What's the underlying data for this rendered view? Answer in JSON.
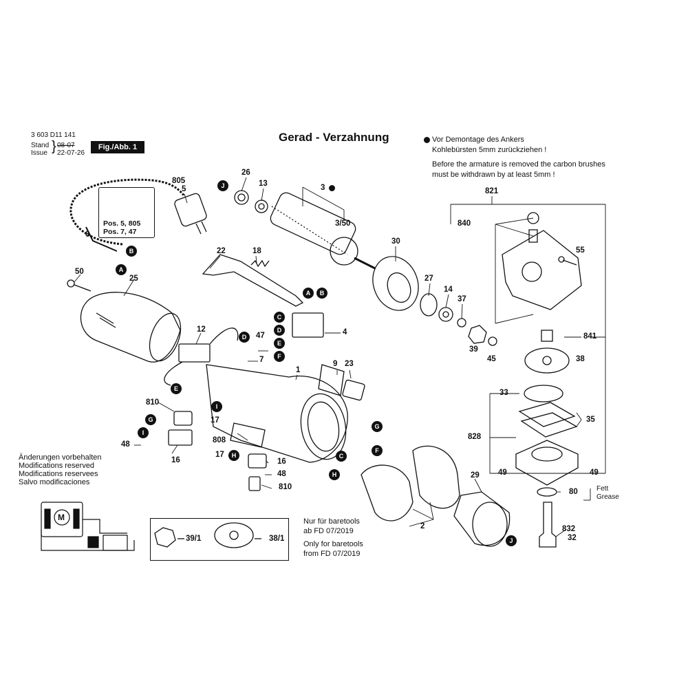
{
  "header": {
    "part_number": "3 603 D11 141",
    "stand_label": "Stand",
    "issue_label": "Issue",
    "stand_date": "08-07",
    "issue_date": "22-07-26",
    "fig_label": "Fig./Abb. 1"
  },
  "title": "Gerad - Verzahnung",
  "notice": {
    "de_line1": "Vor Demontage des Ankers",
    "de_line2": "Kohlebürsten 5mm zurückziehen !",
    "en_line1": "Before the armature is removed the carbon brushes",
    "en_line2": "must be withdrawn by at least 5mm !"
  },
  "warning_box": {
    "line1": "Pos. 5, 805",
    "line2": "Pos. 7, 47"
  },
  "changes_notice": [
    "Änderungen vorbehalten",
    "Modifications reserved",
    "Modifications reservees",
    "Salvo modificaciones"
  ],
  "baretools": {
    "de_line1": "Nur für baretools",
    "de_line2": "ab FD 07/2019",
    "en_line1": "Only for baretools",
    "en_line2": "from FD 07/2019"
  },
  "grease": {
    "de": "Fett",
    "en": "Grease"
  },
  "motor_symbol": "M",
  "part_labels": {
    "p805": "805",
    "p5": "5",
    "p26": "26",
    "p13": "13",
    "p3": "3",
    "p3_50": "3/50",
    "p821": "821",
    "p840": "840",
    "p55": "55",
    "p6": "6",
    "p50": "50",
    "p25": "25",
    "p22": "22",
    "p18": "18",
    "p30": "30",
    "p27": "27",
    "p14": "14",
    "p37": "37",
    "p4": "4",
    "p12": "12",
    "p47": "47",
    "p7": "7",
    "p841": "841",
    "p39": "39",
    "p45": "45",
    "p38": "38",
    "p1": "1",
    "p9": "9",
    "p23": "23",
    "p33": "33",
    "p35": "35",
    "p810a": "810",
    "p17a": "17",
    "p48a": "48",
    "p16a": "16",
    "p808": "808",
    "p828": "828",
    "p17b": "17",
    "p16b": "16",
    "p48b": "48",
    "p810b": "810",
    "p49a": "49",
    "p49b": "49",
    "p29": "29",
    "p80": "80",
    "p2": "2",
    "p832": "832",
    "p32": "32",
    "p39_1": "39/1",
    "p38_1": "38/1"
  },
  "badges": {
    "A": "A",
    "B": "B",
    "C": "C",
    "D": "D",
    "E": "E",
    "F": "F",
    "G": "G",
    "H": "H",
    "I": "I",
    "J": "J"
  }
}
